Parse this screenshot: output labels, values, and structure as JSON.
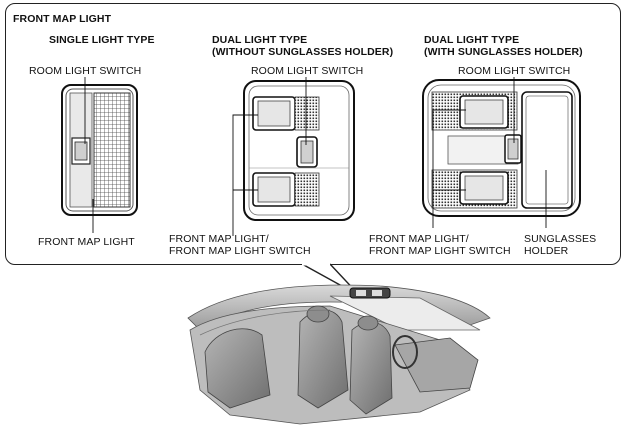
{
  "title": "FRONT MAP LIGHT",
  "variants": {
    "single": {
      "heading": "SINGLE LIGHT TYPE",
      "room_switch": "ROOM LIGHT SWITCH",
      "map_light": "FRONT MAP LIGHT"
    },
    "dual_no_holder": {
      "heading_line1": "DUAL LIGHT TYPE",
      "heading_line2": "(WITHOUT SUNGLASSES HOLDER)",
      "room_switch": "ROOM LIGHT SWITCH",
      "map_light_line1": "FRONT MAP LIGHT/",
      "map_light_line2": "FRONT MAP LIGHT SWITCH"
    },
    "dual_with_holder": {
      "heading_line1": "DUAL LIGHT TYPE",
      "heading_line2": "(WITH SUNGLASSES HOLDER)",
      "room_switch": "ROOM LIGHT SWITCH",
      "map_light_line1": "FRONT MAP LIGHT/",
      "map_light_line2": "FRONT MAP LIGHT SWITCH",
      "holder_line1": "SUNGLASSES",
      "holder_line2": "HOLDER"
    }
  }
}
